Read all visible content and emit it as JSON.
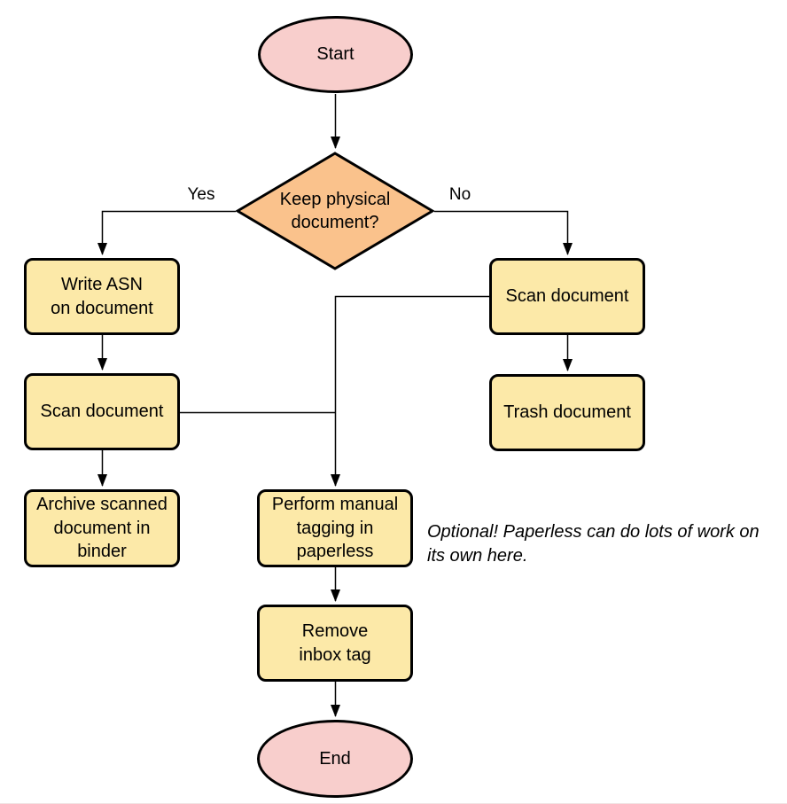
{
  "colors": {
    "terminator_fill": "#f8cecc",
    "decision_fill": "#fac28c",
    "process_fill": "#fce9a8",
    "border": "#000000",
    "edge": "#000000",
    "text": "#000000"
  },
  "flowchart": {
    "nodes": {
      "start": {
        "label": "Start",
        "type": "terminator"
      },
      "decision": {
        "label": "Keep physical\ndocument?",
        "type": "decision"
      },
      "write_asn": {
        "label": "Write ASN\non document",
        "type": "process"
      },
      "scan_left": {
        "label": "Scan document",
        "type": "process"
      },
      "archive": {
        "label": "Archive scanned\ndocument in\nbinder",
        "type": "process"
      },
      "scan_right": {
        "label": "Scan document",
        "type": "process"
      },
      "trash": {
        "label": "Trash document",
        "type": "process"
      },
      "perform_tagging": {
        "label": "Perform manual\ntagging in\npaperless",
        "type": "process"
      },
      "remove_inbox": {
        "label": "Remove\ninbox tag",
        "type": "process"
      },
      "end": {
        "label": "End",
        "type": "terminator"
      }
    },
    "edge_labels": {
      "yes": "Yes",
      "no": "No"
    },
    "note": "Optional! Paperless can do lots of work on\nits own here.",
    "edges": [
      "start -> decision",
      "decision -> write_asn [Yes]",
      "decision -> scan_right [No]",
      "write_asn -> scan_left",
      "scan_left -> archive",
      "scan_right -> trash",
      "scan_left -> perform_tagging",
      "scan_right -> perform_tagging",
      "perform_tagging -> remove_inbox",
      "remove_inbox -> end"
    ]
  }
}
